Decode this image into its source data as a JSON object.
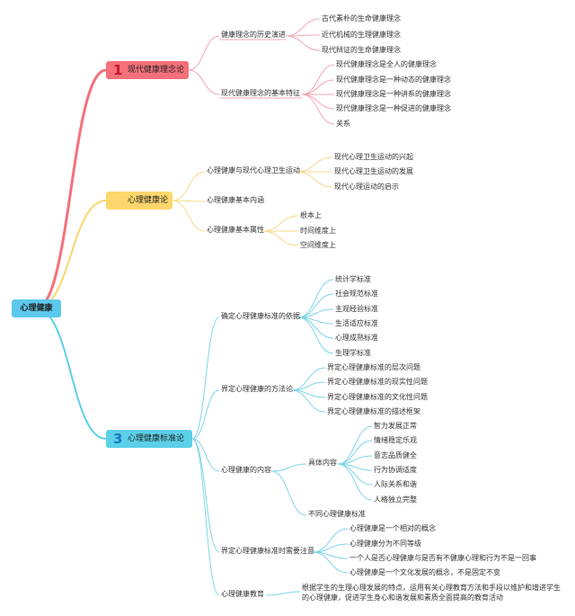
{
  "root": {
    "label": "心理健康"
  },
  "branches": [
    {
      "num": "1",
      "label": "现代健康理念论",
      "children": [
        {
          "label": "健康理念的历史演进",
          "children": [
            "古代素朴的生命健康理念",
            "近代机械的生理健康理念",
            "现代辩证的生命健康理念"
          ]
        },
        {
          "label": "现代健康理念的基本特征",
          "children": [
            "现代健康理念是全人的健康理念",
            "现代健康理念是一种动态的健康理念",
            "现代健康理念是一种讲系的健康理念",
            "现代健康理念是一种促进的健康理念",
            "关系"
          ]
        }
      ]
    },
    {
      "num": "",
      "label": "心理健康论",
      "children": [
        {
          "label": "心理健康与现代心理卫生运动",
          "children": [
            "现代心理卫生运动的兴起",
            "现代心理卫生运动的发展",
            "现代心理运动的启示"
          ]
        },
        {
          "label": "心理健康基本内涵",
          "children": []
        },
        {
          "label": "心理健康基本属性",
          "children": [
            "根本上",
            "时间维度上",
            "空间维度上"
          ]
        }
      ]
    },
    {
      "num": "3",
      "label": "心理健康标准论",
      "children": [
        {
          "label": "确定心理健康标准的依据",
          "children": [
            "统计学标准",
            "社会规范标准",
            "主观经验标准",
            "生活适应标准",
            "心理成熟标准",
            "生理学标准"
          ]
        },
        {
          "label": "界定心理健康的方法论",
          "children": [
            "界定心理健康标准的层次问题",
            "界定心理健康标准的现实性问题",
            "界定心理健康标准的文化性问题",
            "界定心理健康标准的描述框架"
          ]
        },
        {
          "label": "心理健康的内容",
          "children": [
            {
              "label": "具体内容",
              "children": [
                "智力发展正常",
                "情绪稳定乐观",
                "意志品质健全",
                "行为协调适度",
                "人际关系和谐",
                "人格独立完整"
              ]
            },
            {
              "label": "不同心理健康标准",
              "children": []
            }
          ]
        },
        {
          "label": "界定心理健康标准时需要注意",
          "children": [
            "心理健康是一个相对的概念",
            "心理健康分为不同等级",
            "一个人是否心理健康与是否有不健康心理和行为不是一回事",
            "心理健康是一个文化发展的概念，不是固定不变"
          ]
        },
        {
          "label": "心理健康教育",
          "children": [
            "根据学生的生理心理发展的特点，运用有关心理教育方法和手段以维护和增进学生的心理健康，促进学生身心和谐发展和素质全面提高的教育活动"
          ]
        }
      ]
    }
  ],
  "colors": {
    "red": "#f6707a",
    "yellow": "#fdd66c",
    "blue": "#5bd0e8",
    "pink_line": "#f3a7b3",
    "yellow_line": "#f5d98a",
    "blue_line": "#7fd6e8"
  }
}
